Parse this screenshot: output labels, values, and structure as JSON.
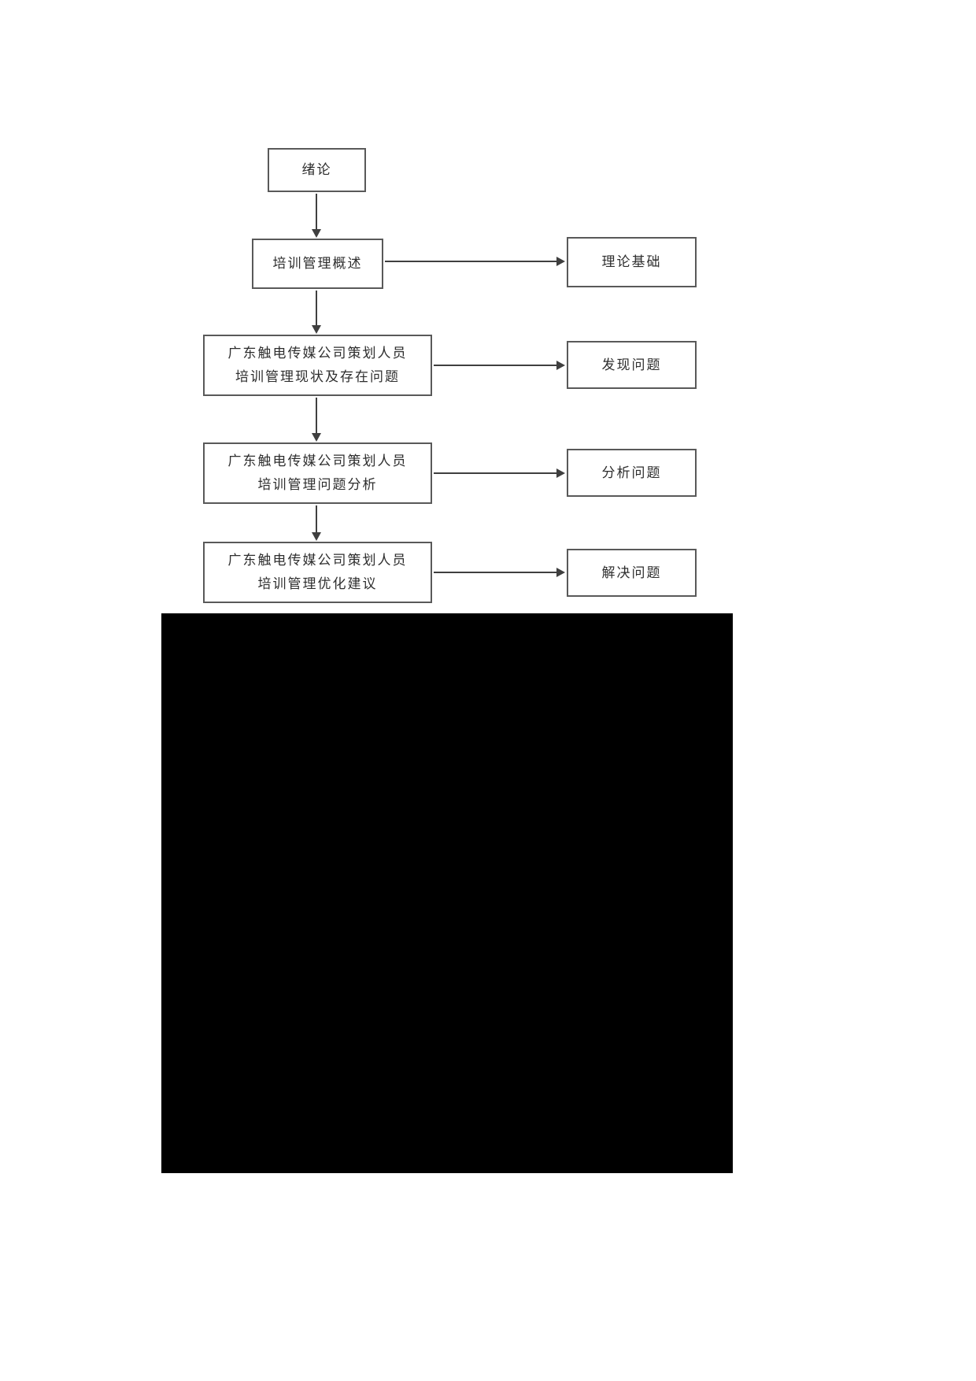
{
  "flowchart": {
    "line_color": "#3f3f3f",
    "border_color": "#595959",
    "nodes": {
      "intro": {
        "label": "绪论"
      },
      "overview": {
        "label": "培训管理概述"
      },
      "theory": {
        "label": "理论基础"
      },
      "status": {
        "line1": "广东触电传媒公司策划人员",
        "line2": "培训管理现状及存在问题"
      },
      "find": {
        "label": "发现问题"
      },
      "analysis": {
        "line1": "广东触电传媒公司策划人员",
        "line2": "培训管理问题分析"
      },
      "analyze": {
        "label": "分析问题"
      },
      "suggestion": {
        "line1": "广东触电传媒公司策划人员",
        "line2": "培训管理优化建议"
      },
      "solve": {
        "label": "解决问题"
      }
    },
    "redacted_block": {
      "color": "#000000"
    }
  }
}
